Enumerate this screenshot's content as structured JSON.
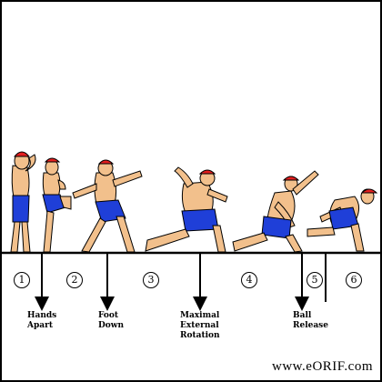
{
  "phases": [
    "1",
    "2",
    "3",
    "4",
    "5",
    "6"
  ],
  "events": [
    {
      "label": "Hands\nApart"
    },
    {
      "label": "Foot\nDown"
    },
    {
      "label": "Maximal\nExternal\nRotation"
    },
    {
      "label": "Ball\nRelease"
    }
  ],
  "watermark": "www.eORIF.com",
  "colors": {
    "skin": "#f2c08c",
    "shorts": "#1f3fd8",
    "cap": "#e41f1f",
    "outline": "#000000",
    "background": "#ffffff"
  },
  "icons": {
    "phase_marker": "circled-number",
    "event_marker": "down-arrow"
  }
}
